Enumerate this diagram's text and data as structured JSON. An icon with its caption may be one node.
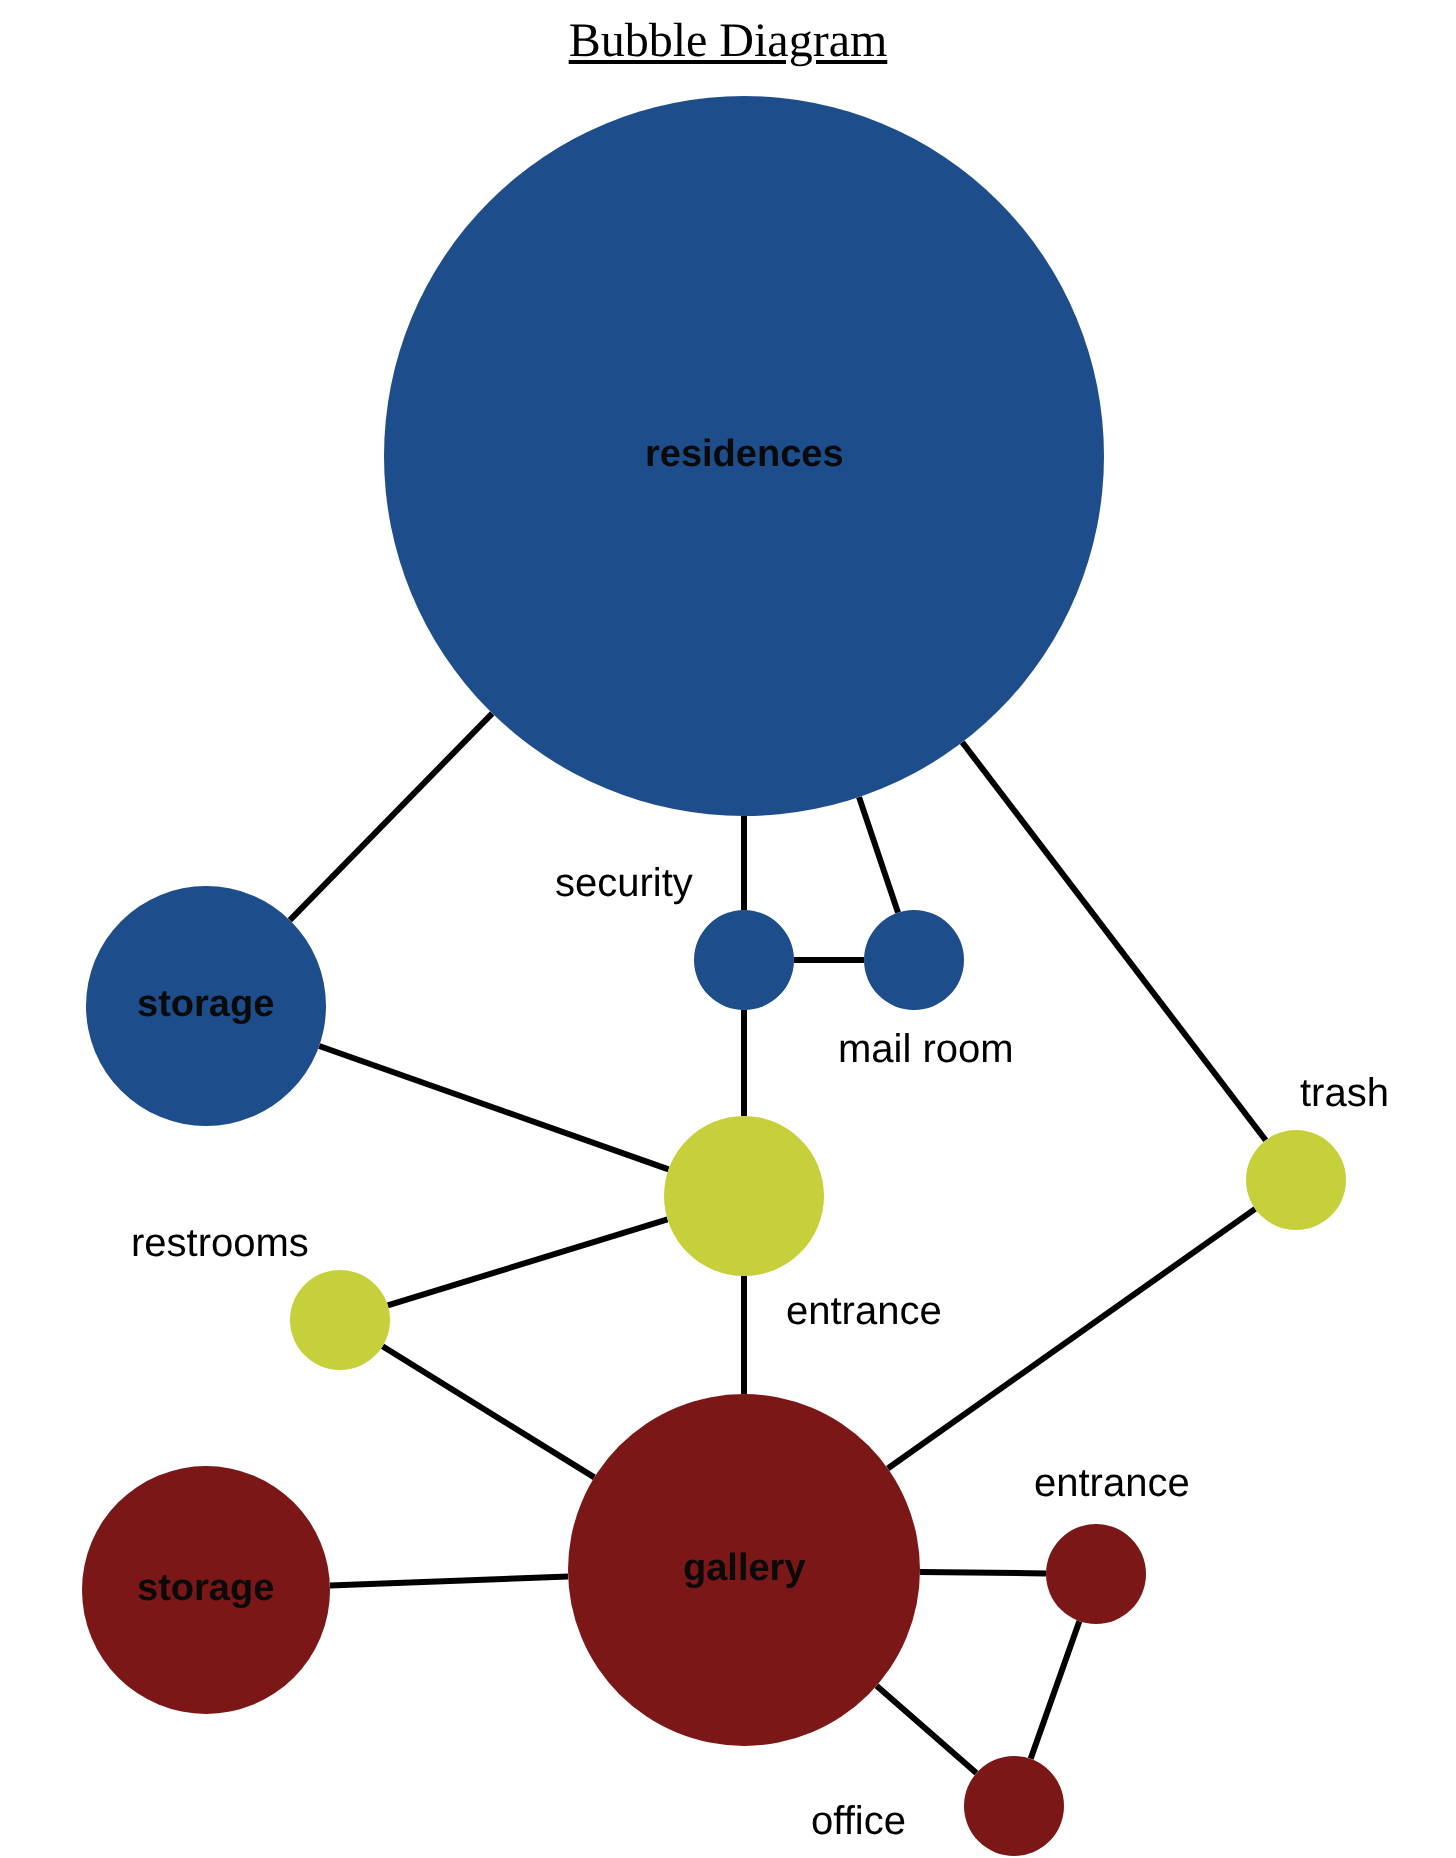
{
  "diagram": {
    "title": "Bubble Diagram",
    "nodes": [
      {
        "text": [
          "residences"
        ]
      },
      {
        "text": [
          "storage"
        ]
      },
      {
        "text": [
          "security"
        ]
      },
      {
        "text": [
          "mail room"
        ]
      },
      {
        "text": [
          "entrance"
        ]
      },
      {
        "text": [
          "trash"
        ]
      },
      {
        "text": [
          "restrooms"
        ]
      },
      {
        "text": [
          "gallery"
        ]
      },
      {
        "text": [
          "storage"
        ]
      },
      {
        "text": [
          "entrance"
        ]
      },
      {
        "text": [
          "office"
        ]
      }
    ],
    "edges": [
      {
        "from": 0,
        "to": 1,
        "arrow": "none"
      },
      {
        "from": 0,
        "to": 2,
        "arrow": "none"
      },
      {
        "from": 0,
        "to": 3,
        "arrow": "none"
      },
      {
        "from": 2,
        "to": 3,
        "arrow": "none"
      },
      {
        "from": 0,
        "to": 5,
        "arrow": "none"
      },
      {
        "from": 1,
        "to": 4,
        "arrow": "none"
      },
      {
        "from": 2,
        "to": 4,
        "arrow": "none"
      },
      {
        "from": 4,
        "to": 6,
        "arrow": "none"
      },
      {
        "from": 6,
        "to": 7,
        "arrow": "none"
      },
      {
        "from": 4,
        "to": 7,
        "arrow": "none"
      },
      {
        "from": 5,
        "to": 7,
        "arrow": "none"
      },
      {
        "from": 8,
        "to": 7,
        "arrow": "none"
      },
      {
        "from": 7,
        "to": 9,
        "arrow": "none"
      },
      {
        "from": 7,
        "to": 10,
        "arrow": "none"
      },
      {
        "from": 9,
        "to": 10,
        "arrow": "none"
      }
    ]
  }
}
